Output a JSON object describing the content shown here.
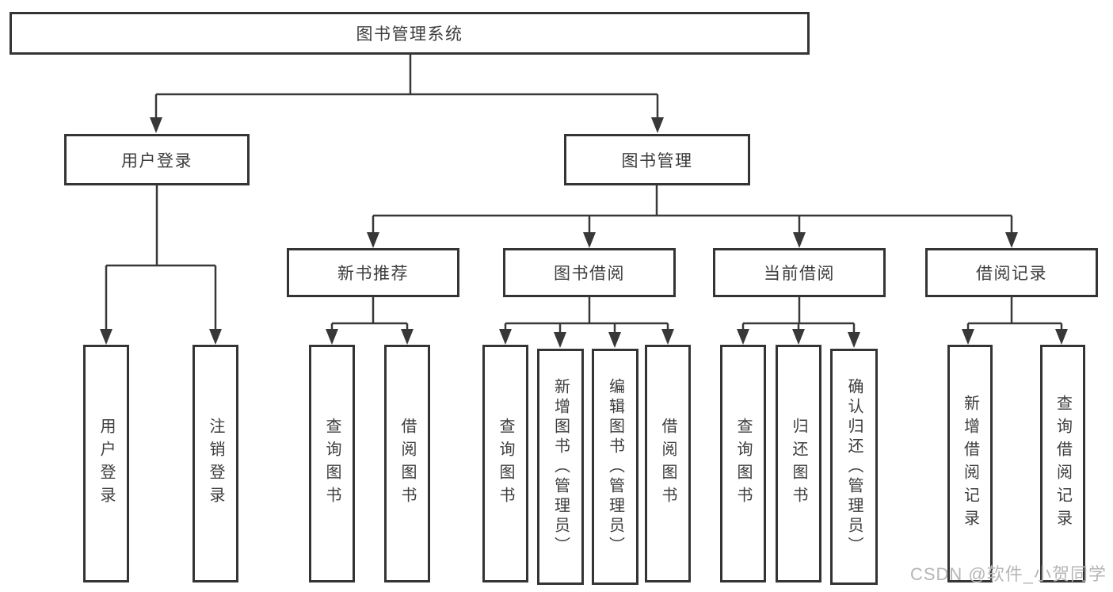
{
  "tree": {
    "label": "图书管理系统",
    "children": [
      {
        "label": "用户登录",
        "children": [
          {
            "label": "用户登录"
          },
          {
            "label": "注销登录"
          }
        ]
      },
      {
        "label": "图书管理",
        "children": [
          {
            "label": "新书推荐",
            "children": [
              {
                "label": "查询图书"
              },
              {
                "label": "借阅图书"
              }
            ]
          },
          {
            "label": "图书借阅",
            "children": [
              {
                "label": "查询图书"
              },
              {
                "label": "新增图书（管理员）"
              },
              {
                "label": "编辑图书（管理员）"
              },
              {
                "label": "借阅图书"
              }
            ]
          },
          {
            "label": "当前借阅",
            "children": [
              {
                "label": "查询图书"
              },
              {
                "label": "归还图书"
              },
              {
                "label": "确认归还（管理员）"
              }
            ]
          },
          {
            "label": "借阅记录",
            "children": [
              {
                "label": "新增借阅记录"
              },
              {
                "label": "查询借阅记录"
              }
            ]
          }
        ]
      }
    ]
  },
  "watermark": "CSDN @软件_小贺同学",
  "colors": {
    "line": "#383838",
    "box_border": "#343434",
    "text": "#3d3d3d",
    "watermark": "#b6b6b6",
    "background": "#ffffff"
  }
}
